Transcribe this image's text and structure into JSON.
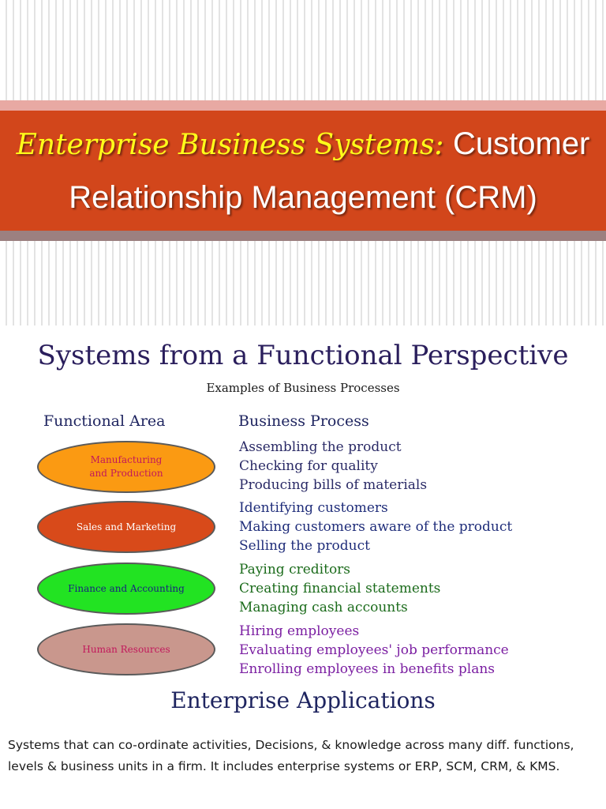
{
  "banner": {
    "title_part1": "Enterprise Business Systems: ",
    "title_part2": "Customer",
    "title_line2": "Relationship Management (CRM)",
    "colors": {
      "background": "#d2461b",
      "highlight": "#ffff1a",
      "text": "#ffffff"
    }
  },
  "slide": {
    "title": "Systems from a Functional Perspective",
    "subtitle": "Examples of Business Processes",
    "col_left": "Functional Area",
    "col_right": "Business Process",
    "areas": [
      {
        "label_l1": "Manufacturing",
        "label_l2": "and Production",
        "fill": "#fb9a12",
        "text_color": "#c2185b",
        "process_color": "#2a2a66",
        "processes": [
          "Assembling the product",
          "Checking for quality",
          "Producing bills of materials"
        ]
      },
      {
        "label_l1": "Sales and Marketing",
        "label_l2": "",
        "fill": "#d84a1a",
        "text_color": "#ffffff",
        "process_color": "#1f2d7a",
        "processes": [
          "Identifying customers",
          "Making customers aware of the product",
          "Selling the product"
        ]
      },
      {
        "label_l1": "Finance and Accounting",
        "label_l2": "",
        "fill": "#22e322",
        "text_color": "#1a237e",
        "process_color": "#1b6b1b",
        "processes": [
          "Paying creditors",
          "Creating financial statements",
          "Managing cash accounts"
        ]
      },
      {
        "label_l1": "Human Resources",
        "label_l2": "",
        "fill": "#c9978d",
        "text_color": "#c2185b",
        "process_color": "#7b1fa2",
        "processes": [
          "Hiring employees",
          "Evaluating employees' job performance",
          "Enrolling employees in benefits plans"
        ]
      }
    ],
    "enterprise_title": "Enterprise Applications",
    "enterprise_body": "Systems that can co-ordinate activities, Decisions, & knowledge across many diff. functions, levels & business units in a firm. It includes enterprise systems or ERP, SCM, CRM, & KMS."
  }
}
